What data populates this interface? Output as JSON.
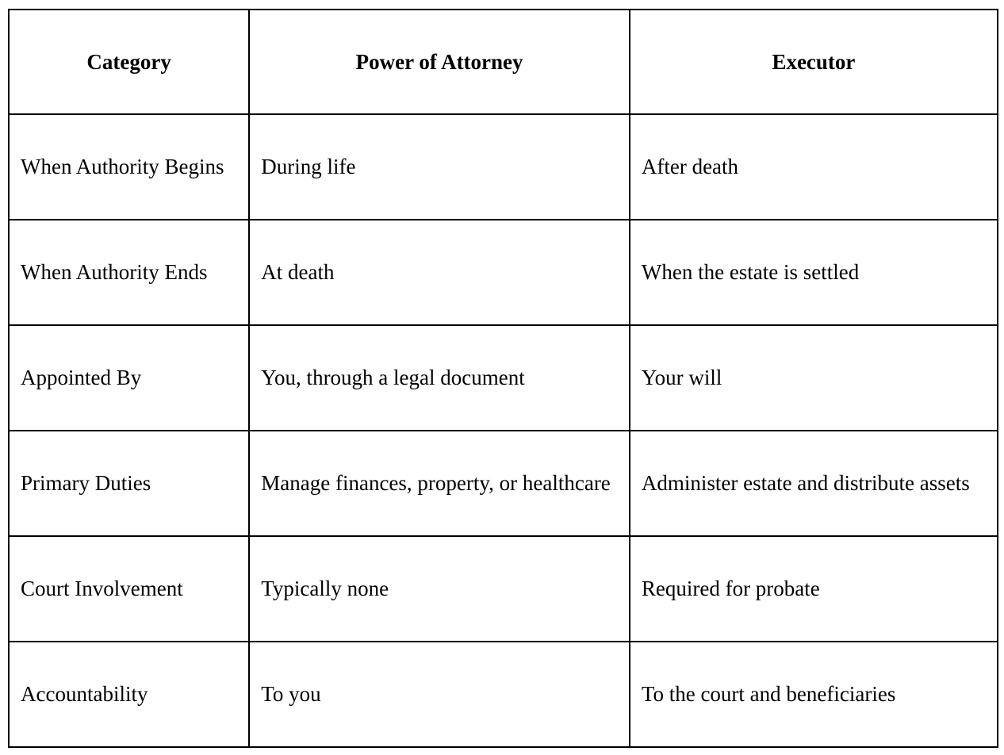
{
  "table": {
    "headers": [
      "Category",
      "Power of Attorney",
      "Executor"
    ],
    "rows": [
      [
        "When Authority Begins",
        "During life",
        "After death"
      ],
      [
        "When Authority Ends",
        "At death",
        "When the estate is settled"
      ],
      [
        "Appointed By",
        "You, through a legal document",
        "Your will"
      ],
      [
        "Primary Duties",
        "Manage finances, property, or healthcare",
        "Administer estate and distribute assets"
      ],
      [
        "Court Involvement",
        "Typically none",
        "Required for probate"
      ],
      [
        "Accountability",
        "To you",
        "To the court and beneficiaries"
      ]
    ]
  }
}
